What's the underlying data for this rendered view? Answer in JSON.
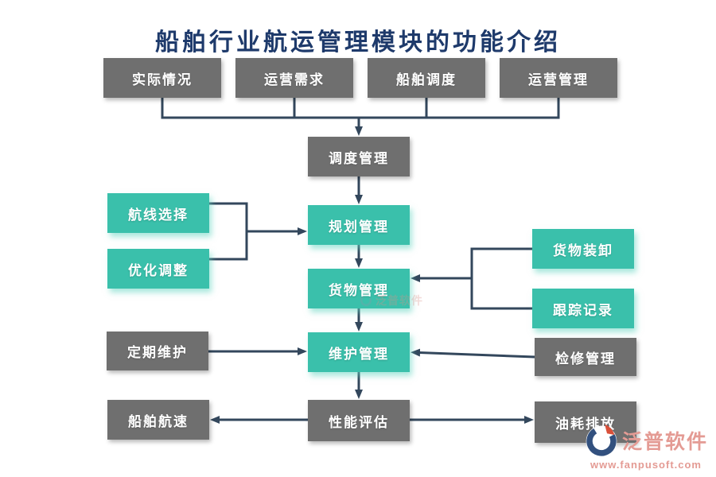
{
  "title": "船舶行业航运管理模块的功能介绍",
  "nodes": {
    "actual": {
      "label": "实际情况",
      "style": "gray"
    },
    "demand": {
      "label": "运营需求",
      "style": "gray"
    },
    "shipDispatch": {
      "label": "船舶调度",
      "style": "gray"
    },
    "opsManage": {
      "label": "运营管理",
      "style": "gray"
    },
    "dispatch": {
      "label": "调度管理",
      "style": "gray"
    },
    "planning": {
      "label": "规划管理",
      "style": "teal"
    },
    "cargo": {
      "label": "货物管理",
      "style": "teal"
    },
    "maintenance": {
      "label": "维护管理",
      "style": "teal"
    },
    "performance": {
      "label": "性能评估",
      "style": "gray"
    },
    "route": {
      "label": "航线选择",
      "style": "teal"
    },
    "optimize": {
      "label": "优化调整",
      "style": "teal"
    },
    "loading": {
      "label": "货物装卸",
      "style": "teal"
    },
    "tracking": {
      "label": "跟踪记录",
      "style": "teal"
    },
    "periodic": {
      "label": "定期维护",
      "style": "gray"
    },
    "overhaul": {
      "label": "检修管理",
      "style": "gray"
    },
    "speed": {
      "label": "船舶航速",
      "style": "gray"
    },
    "fuel": {
      "label": "油耗排放",
      "style": "gray"
    }
  },
  "edges": [
    {
      "from": "actual,demand,shipDispatch,opsManage",
      "to": "dispatch"
    },
    {
      "from": "dispatch",
      "to": "planning"
    },
    {
      "from": "route,optimize",
      "to": "planning"
    },
    {
      "from": "planning",
      "to": "cargo"
    },
    {
      "from": "loading,tracking",
      "to": "cargo"
    },
    {
      "from": "cargo",
      "to": "maintenance"
    },
    {
      "from": "periodic",
      "to": "maintenance"
    },
    {
      "from": "overhaul",
      "to": "maintenance"
    },
    {
      "from": "maintenance",
      "to": "performance"
    },
    {
      "from": "performance",
      "to": "speed"
    },
    {
      "from": "performance",
      "to": "fuel"
    }
  ],
  "watermark": {
    "text": "泛普软件"
  },
  "branding": {
    "name": "泛普软件",
    "url": "www.fanpusoft.com"
  },
  "colors": {
    "gray_box": "#6f6f6f",
    "teal_box": "#3ac0ab",
    "title": "#1e3a6b",
    "connector": "#33475c",
    "brand": "#e49b94"
  }
}
